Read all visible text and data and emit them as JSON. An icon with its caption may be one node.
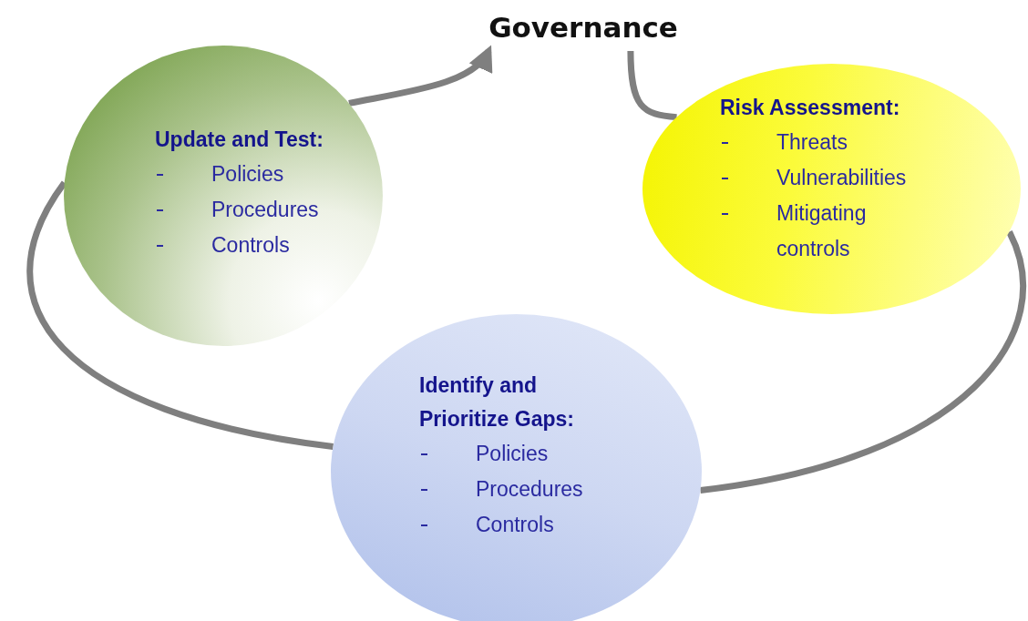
{
  "diagram": {
    "nodes": [
      {
        "text": [
          "Governance"
        ]
      },
      {
        "text": [
          "Update and Test:",
          "Policies",
          "Procedures",
          "Controls"
        ]
      },
      {
        "text": [
          "Risk Assessment:",
          "Threats",
          "Vulnerabilities",
          "Mitigating controls"
        ]
      },
      {
        "text": [
          "Identify and Prioritize Gaps:",
          "Policies",
          "Procedures",
          "Controls"
        ]
      }
    ],
    "edges": [
      {
        "from": 1,
        "to": 0,
        "arrow": "to"
      },
      {
        "from": 0,
        "to": 2,
        "arrow": "none"
      },
      {
        "from": 2,
        "to": 3,
        "arrow": "none"
      },
      {
        "from": 3,
        "to": 1,
        "arrow": "none"
      }
    ]
  }
}
